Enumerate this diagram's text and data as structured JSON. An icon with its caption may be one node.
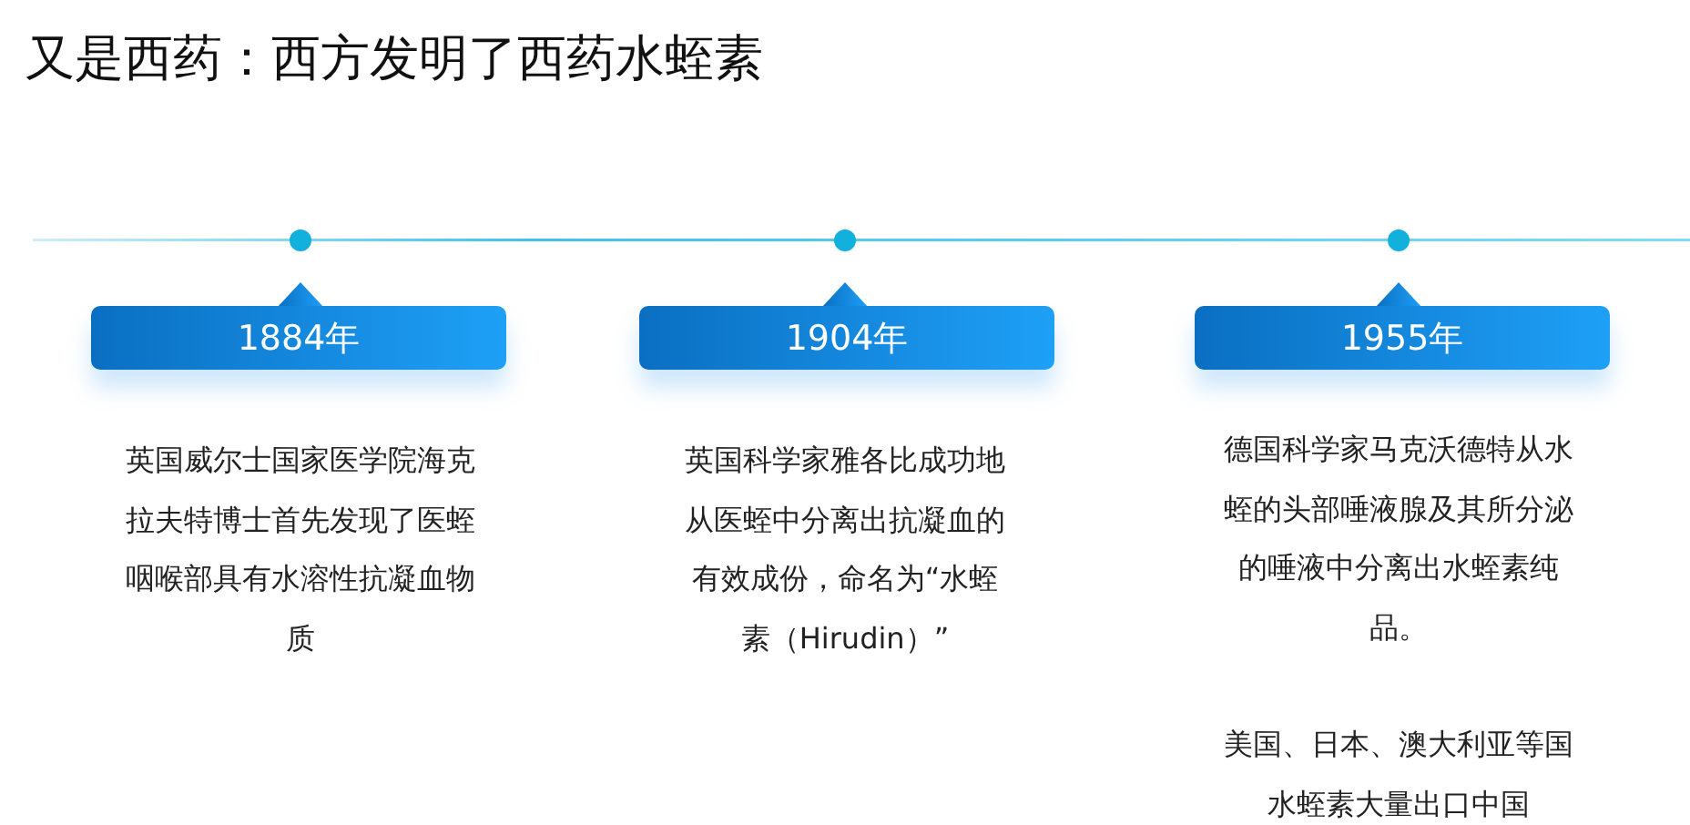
{
  "diagram": {
    "title": "又是西药：西方发明了西药水蛭素",
    "nodes": [
      {
        "text": [
          "1884年"
        ],
        "beside": [
          "英国威尔士国家医学院海克拉夫特博士首先发现了医蛭咽喉部具有水溶性抗凝血物质"
        ]
      },
      {
        "text": [
          "1904年"
        ],
        "beside": [
          "英国科学家雅各比成功地从医蛭中分离出抗凝血的有效成份，命名为“水蛭素（Hirudin）”"
        ]
      },
      {
        "text": [
          "1955年"
        ],
        "beside": [
          "德国科学家马克沃德特从水蛭的头部唾液腺及其所分泌的唾液中分离出水蛭素纯品。",
          "美国、日本、澳大利亚等国水蛭素大量出口中国"
        ]
      }
    ],
    "edges": []
  }
}
